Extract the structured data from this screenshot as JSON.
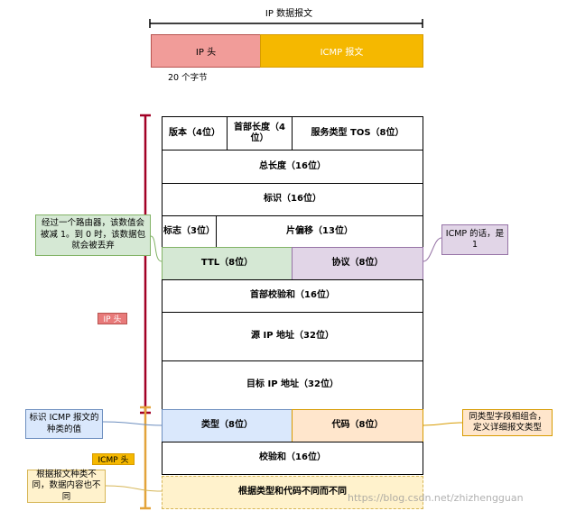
{
  "datagram_label": "IP 数据报文",
  "bar": {
    "ip_header": "IP 头",
    "icmp_message": "ICMP 报文"
  },
  "bytes_label": "20 个字节",
  "rows": {
    "version": "版本（4位）",
    "header_length": "首部长度（4位）",
    "tos": "服务类型 TOS（8位）",
    "total_length": "总长度（16位）",
    "identification": "标识（16位）",
    "flags": "标志（3位）",
    "fragment_offset": "片偏移（13位）",
    "ttl": "TTL（8位）",
    "protocol": "协议（8位）",
    "header_checksum": "首部校验和（16位）",
    "src_ip": "源 IP 地址（32位）",
    "dst_ip": "目标 IP 地址（32位）",
    "type": "类型（8位）",
    "code": "代码（8位）",
    "checksum": "校验和（16位）",
    "variable": "根据类型和代码不同而不同"
  },
  "brackets": {
    "ip_header": "IP 头",
    "icmp_header": "ICMP 头"
  },
  "notes": {
    "ttl": "经过一个路由器，该数值会被减 1。到 0 时，该数据包就会被丢弃",
    "protocol": "ICMP 的话，是 1",
    "type": "标识 ICMP 报文的种类的值",
    "code": "同类型字段相组合，定义详细报文类型",
    "variable": "根据报文种类不同，数据内容也不同"
  },
  "watermark": "https://blog.csdn.net/zhizhengguan",
  "colors": {
    "ip_header_fill": "#f8cecc",
    "ip_header_border": "#b85450",
    "icmp_fill": "#f5b400",
    "icmp_border": "#d79b00",
    "ttl_fill": "#d5e8d4",
    "ttl_border": "#82b366",
    "protocol_fill": "#e1d5e7",
    "protocol_border": "#9673a6",
    "type_fill": "#dae8fc",
    "type_border": "#6c8ebf",
    "code_fill": "#ffe6cc",
    "code_border": "#d79b00",
    "variable_fill": "#fff2cc",
    "variable_border": "#d6b656",
    "ip_bracket": "#a20025",
    "icmp_bracket": "#e3a33a"
  }
}
